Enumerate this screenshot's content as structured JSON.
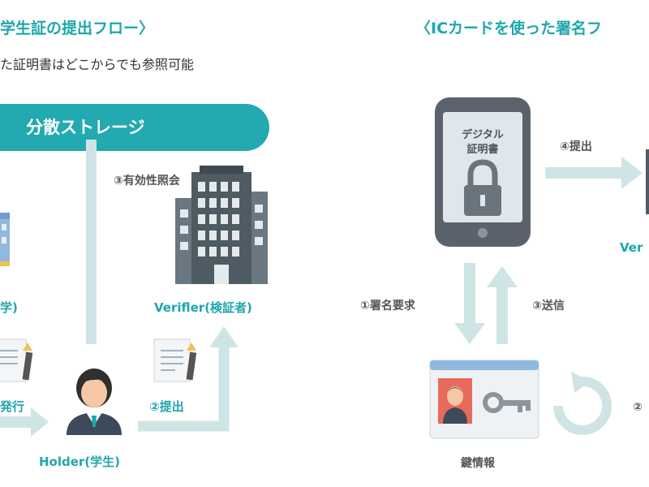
{
  "left": {
    "title": "学生証の提出フロー〉",
    "subtitle": "た証明書はどこからでも参照可能",
    "storage_label": "分散ストレージ",
    "validity_check_label": "③有効性照会",
    "verifier_label": "Verifler(検証者)",
    "issuer_label": "学)",
    "issue_label": "発行",
    "submit_label": "②提出",
    "holder_label": "Holder(学生)"
  },
  "right": {
    "title": "〈ICカードを使った署名フ",
    "phone_line1": "デジタル",
    "phone_line2": "証明書",
    "submit_label": "④提出",
    "verifier_label": "Ver",
    "sign_request_label": "①署名要求",
    "send_label": "③送信",
    "card_label": "鍵情報",
    "partial_step_label": "②"
  },
  "colors": {
    "accent": "#1ea6ad",
    "arrow": "#cfe4e5",
    "building": "#4f5b63",
    "text": "#333333"
  },
  "icons": [
    "building-icon",
    "document-icon",
    "person-icon",
    "smartphone-icon",
    "lock-icon",
    "id-card-icon",
    "key-icon",
    "refresh-icon"
  ]
}
